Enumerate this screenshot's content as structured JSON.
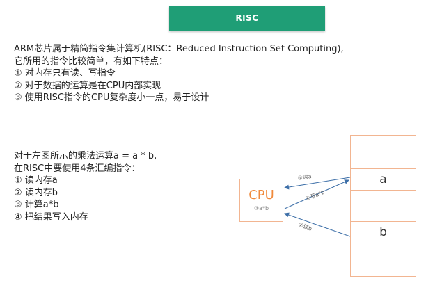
{
  "title": "RISC",
  "intro": {
    "lines": [
      "ARM芯片属于精简指令集计算机(RISC：Reduced Instruction Set Computing),",
      "它所用的指令比较简单，有如下特点：",
      "① 对内存只有读、写指令",
      "② 对于数据的运算是在CPU内部实现",
      "③ 使用RISC指令的CPU复杂度小一点，易于设计"
    ]
  },
  "example": {
    "lines": [
      "对于左图所示的乘法运算a = a * b,",
      "在RISC中要使用4条汇编指令：",
      "① 读内存a",
      "② 读内存b",
      "③ 计算a*b",
      "④ 把结果写入内存"
    ]
  },
  "diagram": {
    "cpu_label": "CPU",
    "cpu_op": "③a*b",
    "memory_cells": [
      "",
      "a",
      "",
      "b",
      ""
    ],
    "arrows": {
      "read_a": "①读a",
      "write_a": "④写a*b",
      "read_b": "②读b"
    },
    "colors": {
      "box_border": "#f2b591",
      "cpu_text": "#f08a3c",
      "arrow": "#3d6fa8",
      "banner": "#1f9e76"
    }
  }
}
